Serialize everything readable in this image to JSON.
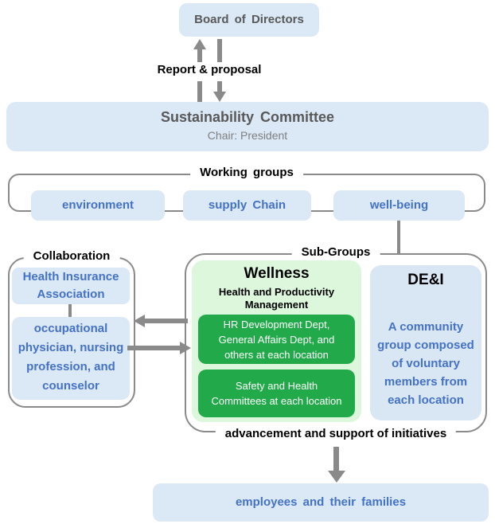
{
  "colors": {
    "light_blue": "#dbe8f6",
    "dei_blue": "#d9e6f3",
    "blue_text": "#4472c4",
    "dark_gray_text": "#595959",
    "mid_gray_text": "#7f7f7f",
    "line_gray": "#8a8a8a",
    "light_green": "#dcf7dc",
    "dark_green": "#22aa4a",
    "black": "#000000"
  },
  "top": {
    "board_label": "Board of Directors",
    "report_label": "Report & proposal"
  },
  "committee": {
    "title": "Sustainability Committee",
    "subtitle": "Chair: President"
  },
  "working_groups": {
    "label": "Working groups",
    "items": [
      {
        "label": "environment"
      },
      {
        "label": "supply Chain"
      },
      {
        "label": "well-being"
      }
    ]
  },
  "collaboration": {
    "label": "Collaboration",
    "box1": "Health Insurance\nAssociation",
    "box2": "occupational\nphysician, nursing\nprofession, and\ncounselor"
  },
  "sub_groups": {
    "label": "Sub-Groups",
    "bottom_label": "advancement and support of initiatives",
    "wellness": {
      "title": "Wellness",
      "subtitle": "Health and Productivity\nManagement",
      "box1": "HR Development Dept,\nGeneral Affairs Dept, and\nothers at each location",
      "box2": "Safety and Health\nCommittees at each location"
    },
    "dei": {
      "title": "DE&I",
      "body": "A community\ngroup composed\nof voluntary\nmembers from\neach location"
    }
  },
  "bottom": {
    "employees_label": "employees and their families"
  }
}
